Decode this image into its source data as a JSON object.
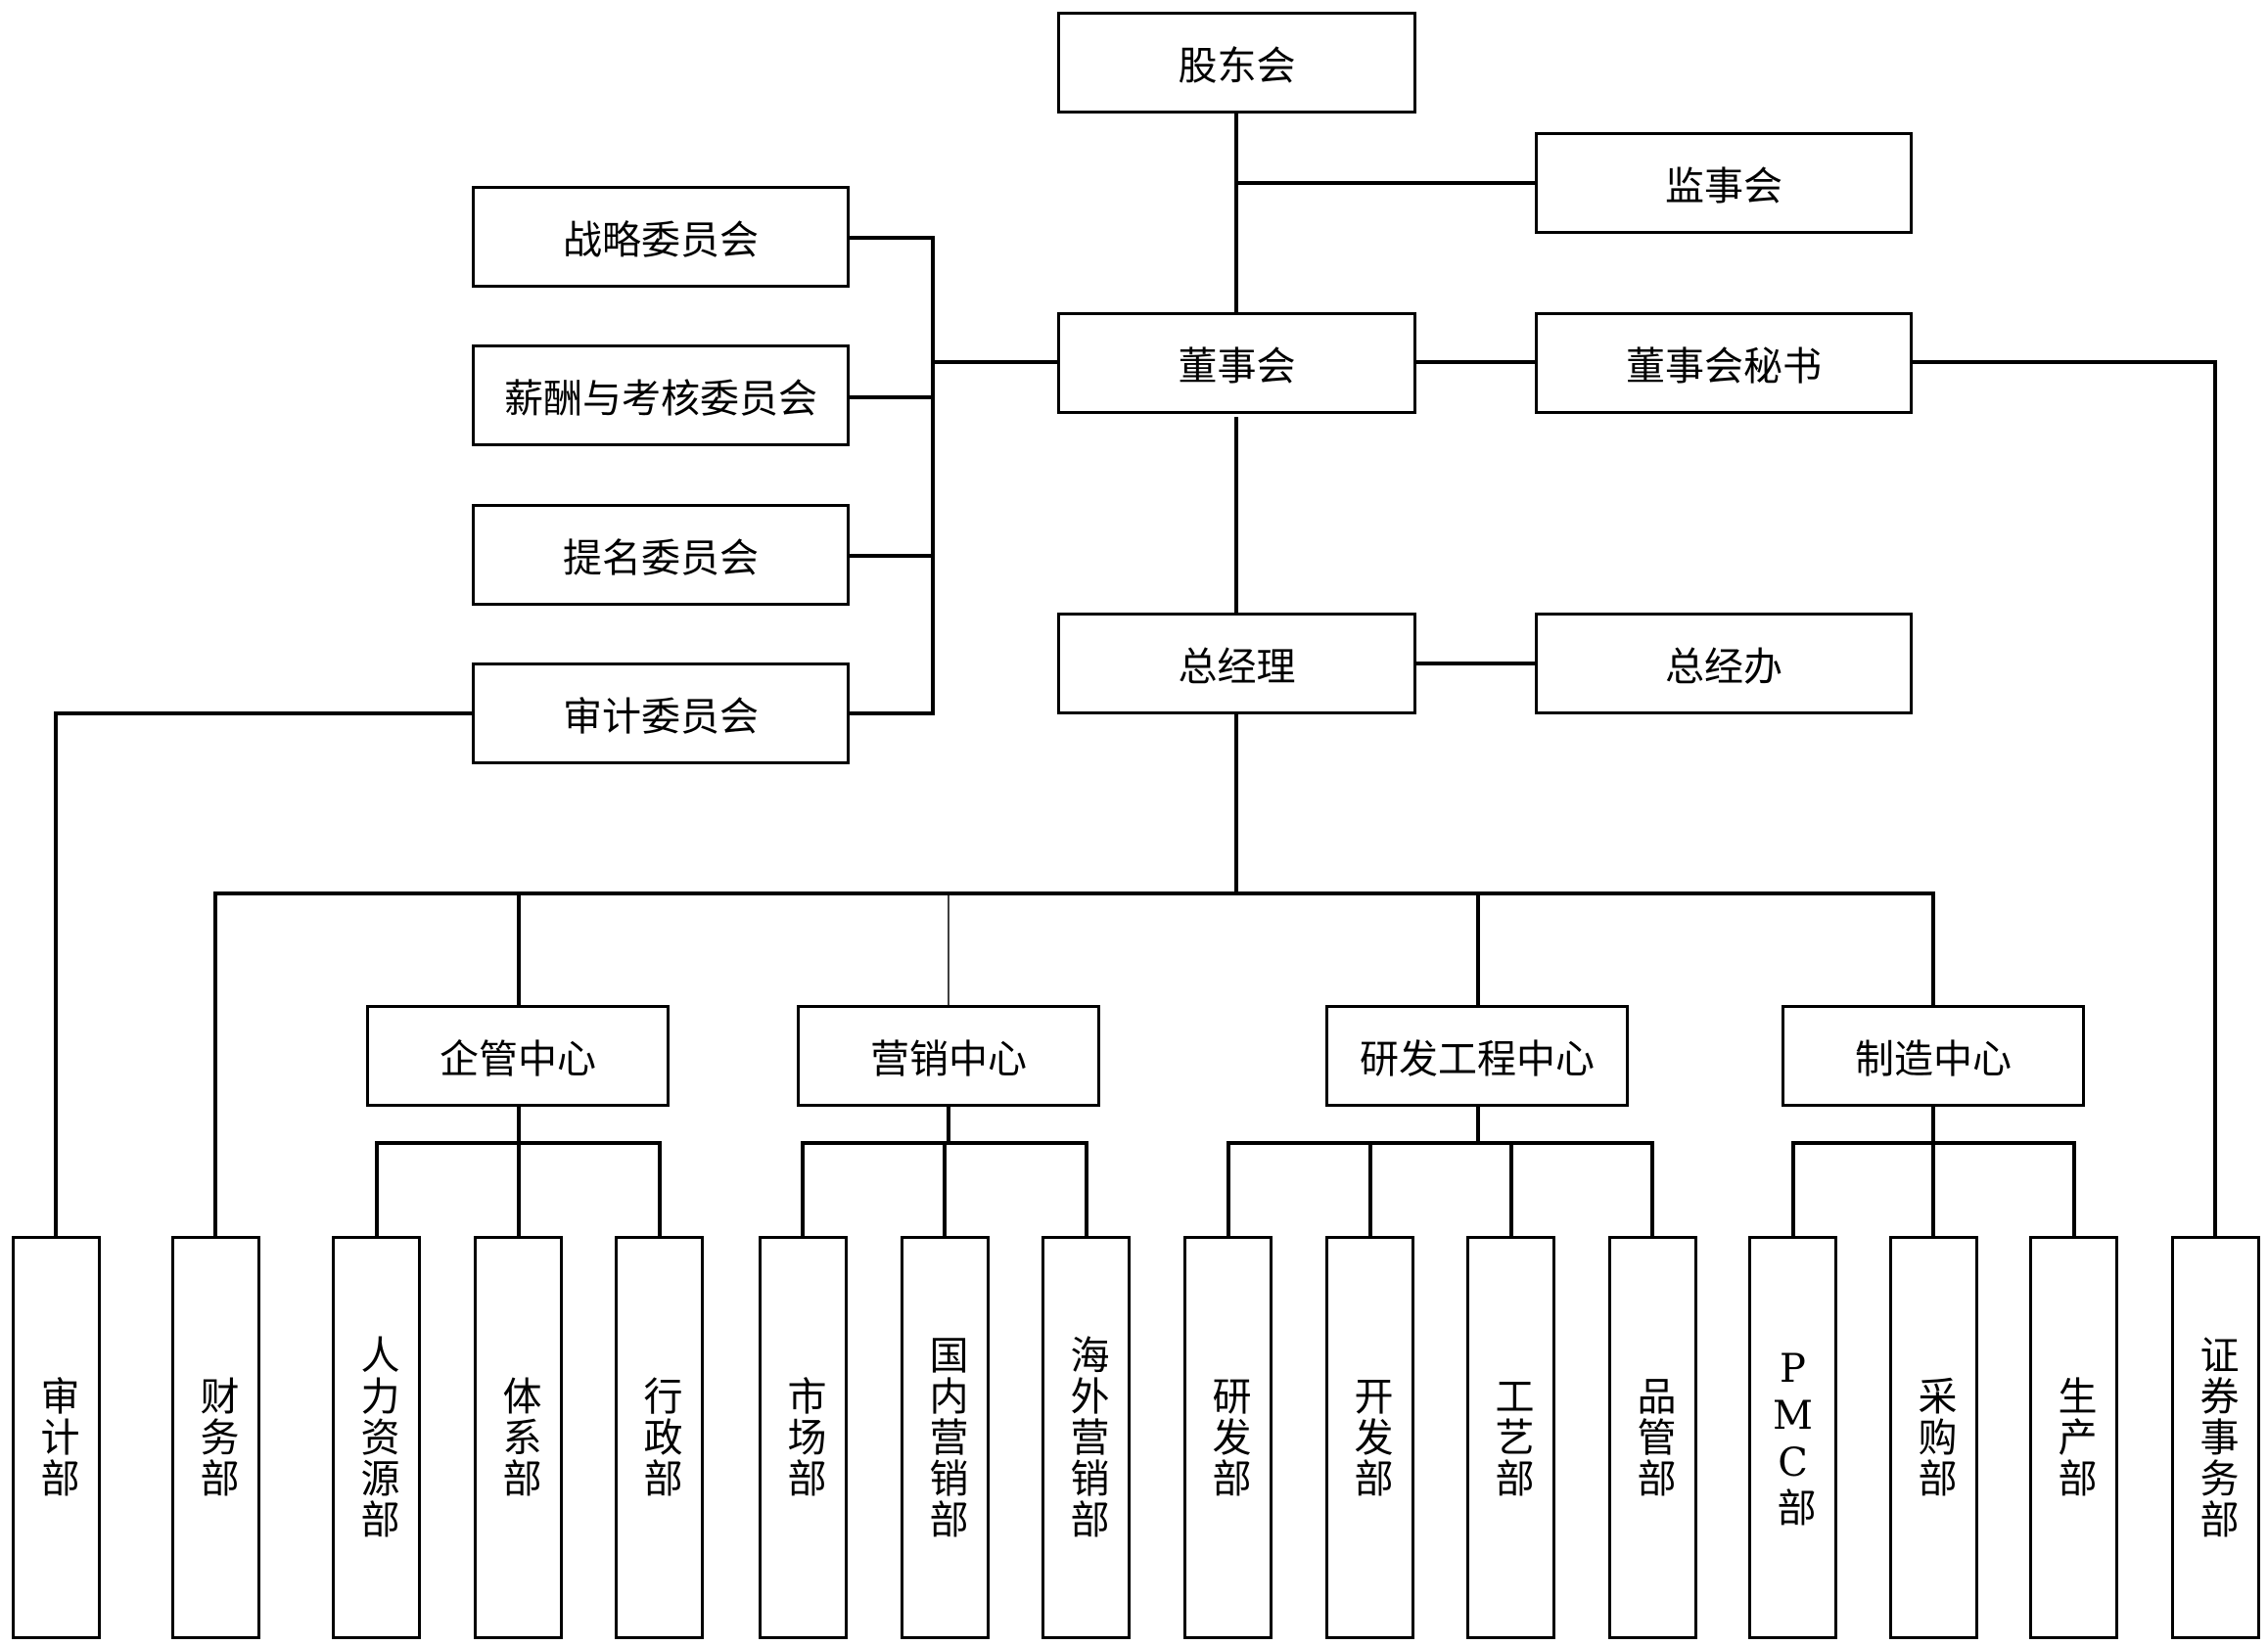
{
  "top": {
    "shareholders": "股东会",
    "supervisory_board": "监事会",
    "board": "董事会",
    "board_secretary": "董事会秘书",
    "general_manager": "总经理",
    "gm_office": "总经办"
  },
  "committees": {
    "strategy": "战略委员会",
    "compensation": "薪酬与考核委员会",
    "nomination": "提名委员会",
    "audit": "审计委员会"
  },
  "centers": {
    "enterprise_mgmt": "企管中心",
    "marketing": "营销中心",
    "rd_engineering": "研发工程中心",
    "manufacturing": "制造中心"
  },
  "departments": {
    "audit": "审计部",
    "finance": "财务部",
    "hr": "人力资源部",
    "system": "体系部",
    "admin": "行政部",
    "market": "市场部",
    "domestic_sales": "国内营销部",
    "overseas_sales": "海外营销部",
    "research": "研发部",
    "development": "开发部",
    "process": "工艺部",
    "quality": "品管部",
    "pmc": "PMC部",
    "purchasing": "采购部",
    "production": "生产部",
    "securities": "证券事务部"
  }
}
